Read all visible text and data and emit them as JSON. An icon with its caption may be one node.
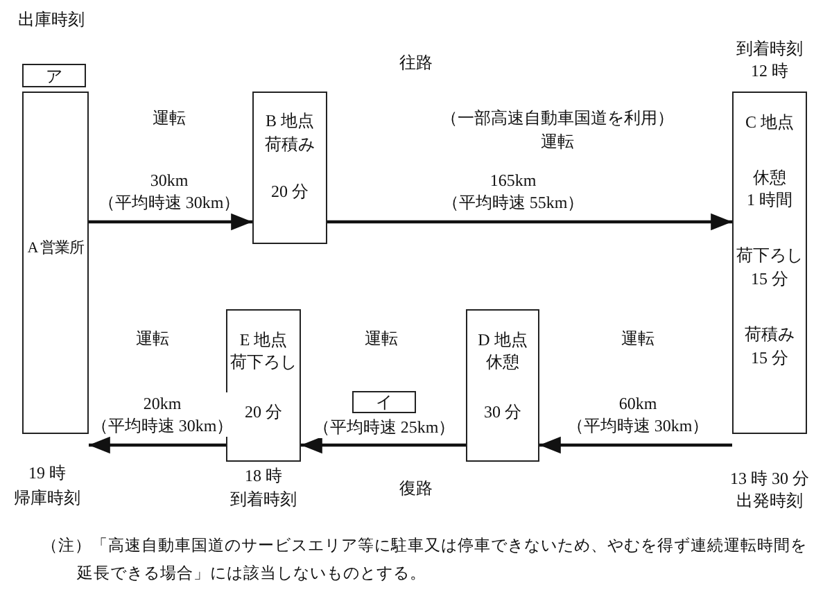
{
  "diagram": {
    "nodes": [
      {
        "text": [
          "A 営業所"
        ],
        "beside": [
          "19 時",
          "帰庫時刻"
        ]
      },
      {
        "text": [
          "ア"
        ],
        "beside": [
          "出庫時刻"
        ]
      },
      {
        "text": [
          "B 地点",
          "荷積み",
          "20 分"
        ]
      },
      {
        "text": [
          "C 地点",
          "休憩",
          "1 時間",
          "荷下ろし",
          "15 分",
          "荷積み",
          "15 分"
        ],
        "beside": [
          "到着時刻",
          "12 時",
          "13 時 30 分",
          "出発時刻"
        ]
      },
      {
        "text": [
          "D 地点",
          "休憩",
          "30 分"
        ]
      },
      {
        "text": [
          "E 地点",
          "荷下ろし",
          "20 分"
        ],
        "beside": [
          "18 時",
          "到着時刻"
        ]
      },
      {
        "text": [
          "イ"
        ]
      }
    ],
    "edges": [
      {
        "from": 0,
        "to": 2,
        "arrow": "to",
        "label": "30km （平均時速 30km）"
      },
      {
        "from": 2,
        "to": 3,
        "arrow": "to",
        "label": "165km （平均時速 55km）"
      },
      {
        "from": 3,
        "to": 4,
        "arrow": "to",
        "label": "60km （平均時速 30km）"
      },
      {
        "from": 4,
        "to": 5,
        "arrow": "to",
        "label": "（平均時速 25km）"
      },
      {
        "from": 5,
        "to": 0,
        "arrow": "to",
        "label": "20km （平均時速 30km）"
      }
    ],
    "labels": [
      "往路",
      "運転",
      "（一部高速自動車国道を利用）",
      "運転",
      "運転",
      "運転",
      "運転",
      "復路",
      "（注）「高速自動車国道のサービスエリア等に駐車又は停車できないため、やむを得ず連続運転時間を延長できる場合」には該当しないものとする。"
    ]
  }
}
